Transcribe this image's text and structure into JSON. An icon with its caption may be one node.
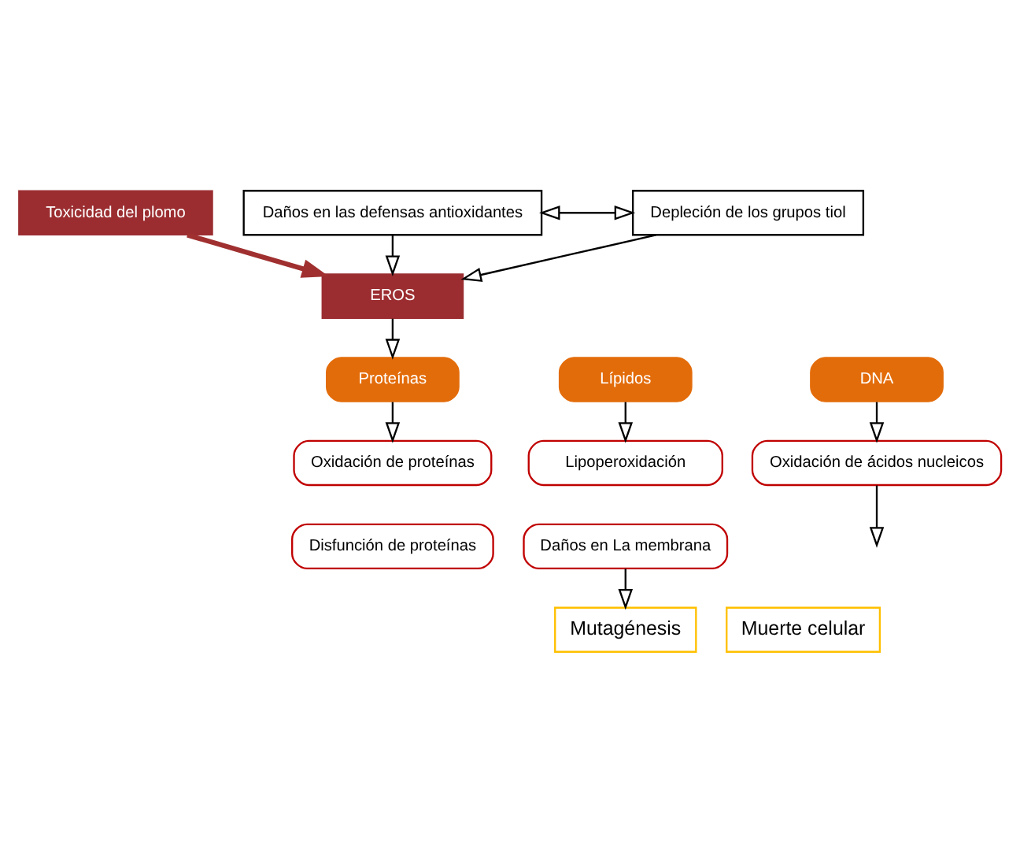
{
  "diagram": {
    "nodes": [
      {
        "text": [
          "Toxicidad del plomo"
        ]
      },
      {
        "text": [
          "Daños en las defensas antioxidantes"
        ]
      },
      {
        "text": [
          "Depleción de los grupos tiol"
        ]
      },
      {
        "text": [
          "EROS"
        ]
      },
      {
        "text": [
          "Lípidos"
        ]
      },
      {
        "text": [
          "Proteínas"
        ]
      },
      {
        "text": [
          "DNA"
        ]
      },
      {
        "text": [
          "Lipoperoxidación"
        ]
      },
      {
        "text": [
          "Oxidación de proteínas"
        ]
      },
      {
        "text": [
          "Oxidación de ácidos nucleicos"
        ]
      },
      {
        "text": [
          "Daños en La membrana"
        ]
      },
      {
        "text": [
          "Disfunción de proteínas"
        ]
      },
      {
        "text": [
          "Mutagénesis"
        ]
      },
      {
        "text": [
          "Muerte celular"
        ]
      }
    ],
    "edges": [
      {
        "from": 0,
        "to": 3,
        "arrow": "to",
        "style": "thick",
        "color": "#a03030"
      },
      {
        "from": 1,
        "to": 2,
        "arrow": "both"
      },
      {
        "from": 1,
        "to": 3,
        "arrow": "to"
      },
      {
        "from": 2,
        "to": 3,
        "arrow": "to"
      },
      {
        "from": 3,
        "to": 5,
        "arrow": "to"
      },
      {
        "from": 4,
        "to": 7,
        "arrow": "to"
      },
      {
        "from": 5,
        "to": 8,
        "arrow": "to"
      },
      {
        "from": 6,
        "to": 9,
        "arrow": "to"
      },
      {
        "from": 9,
        "to": null,
        "arrow": "to"
      },
      {
        "from": 10,
        "to": 12,
        "arrow": "to"
      }
    ]
  }
}
